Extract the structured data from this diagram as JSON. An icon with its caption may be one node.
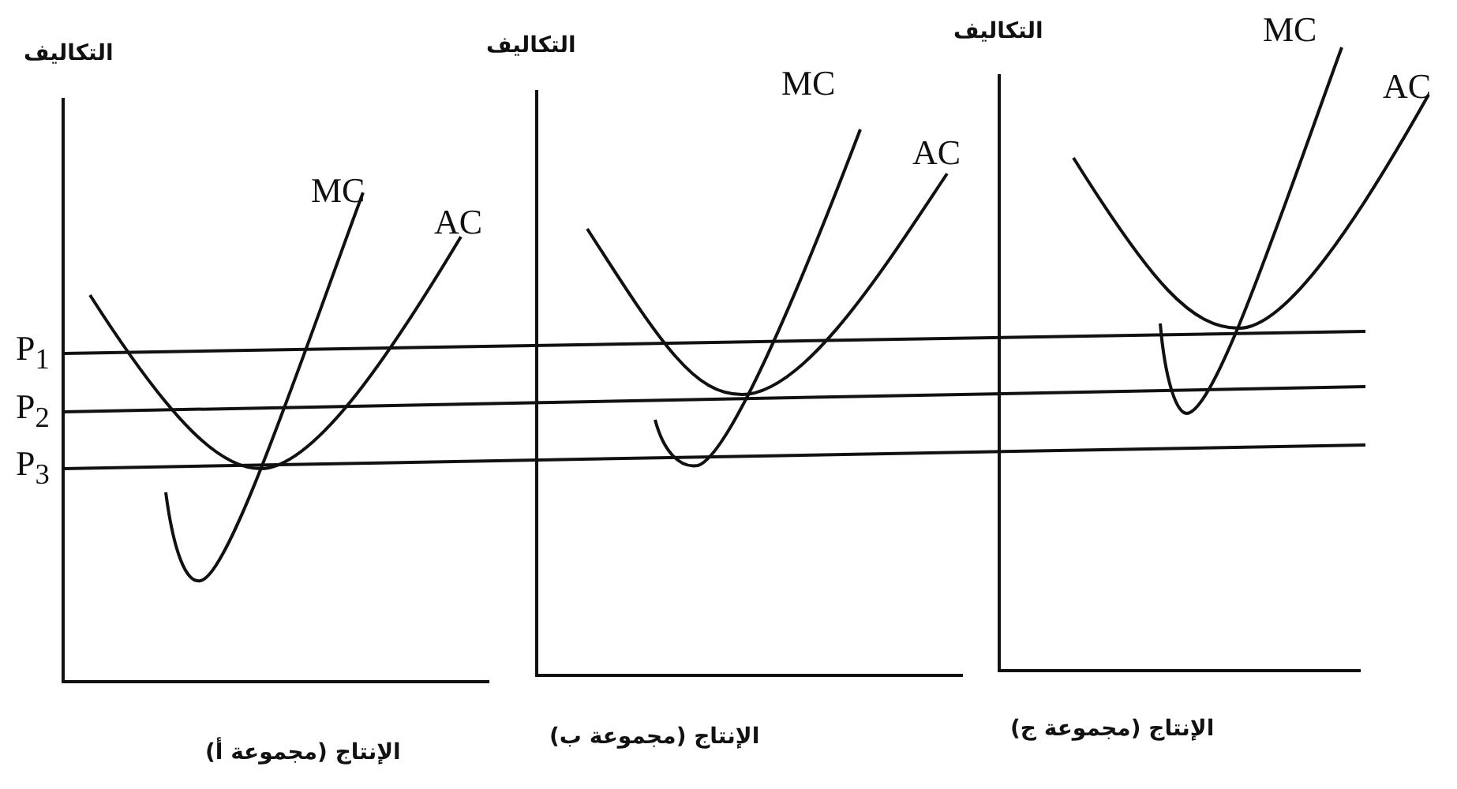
{
  "diagram": {
    "labels": [
      "التكاليف",
      "التكاليف",
      "التكاليف",
      "MC",
      "AC",
      "MC",
      "AC",
      "MC",
      "AC",
      "P$_{1}$",
      "P$_{2}$",
      "P$_{3}$",
      "الإنتاج (مجموعة ج)",
      "الإنتاج (مجموعة ب)",
      "الإنتاج (مجموعة أ)"
    ]
  }
}
